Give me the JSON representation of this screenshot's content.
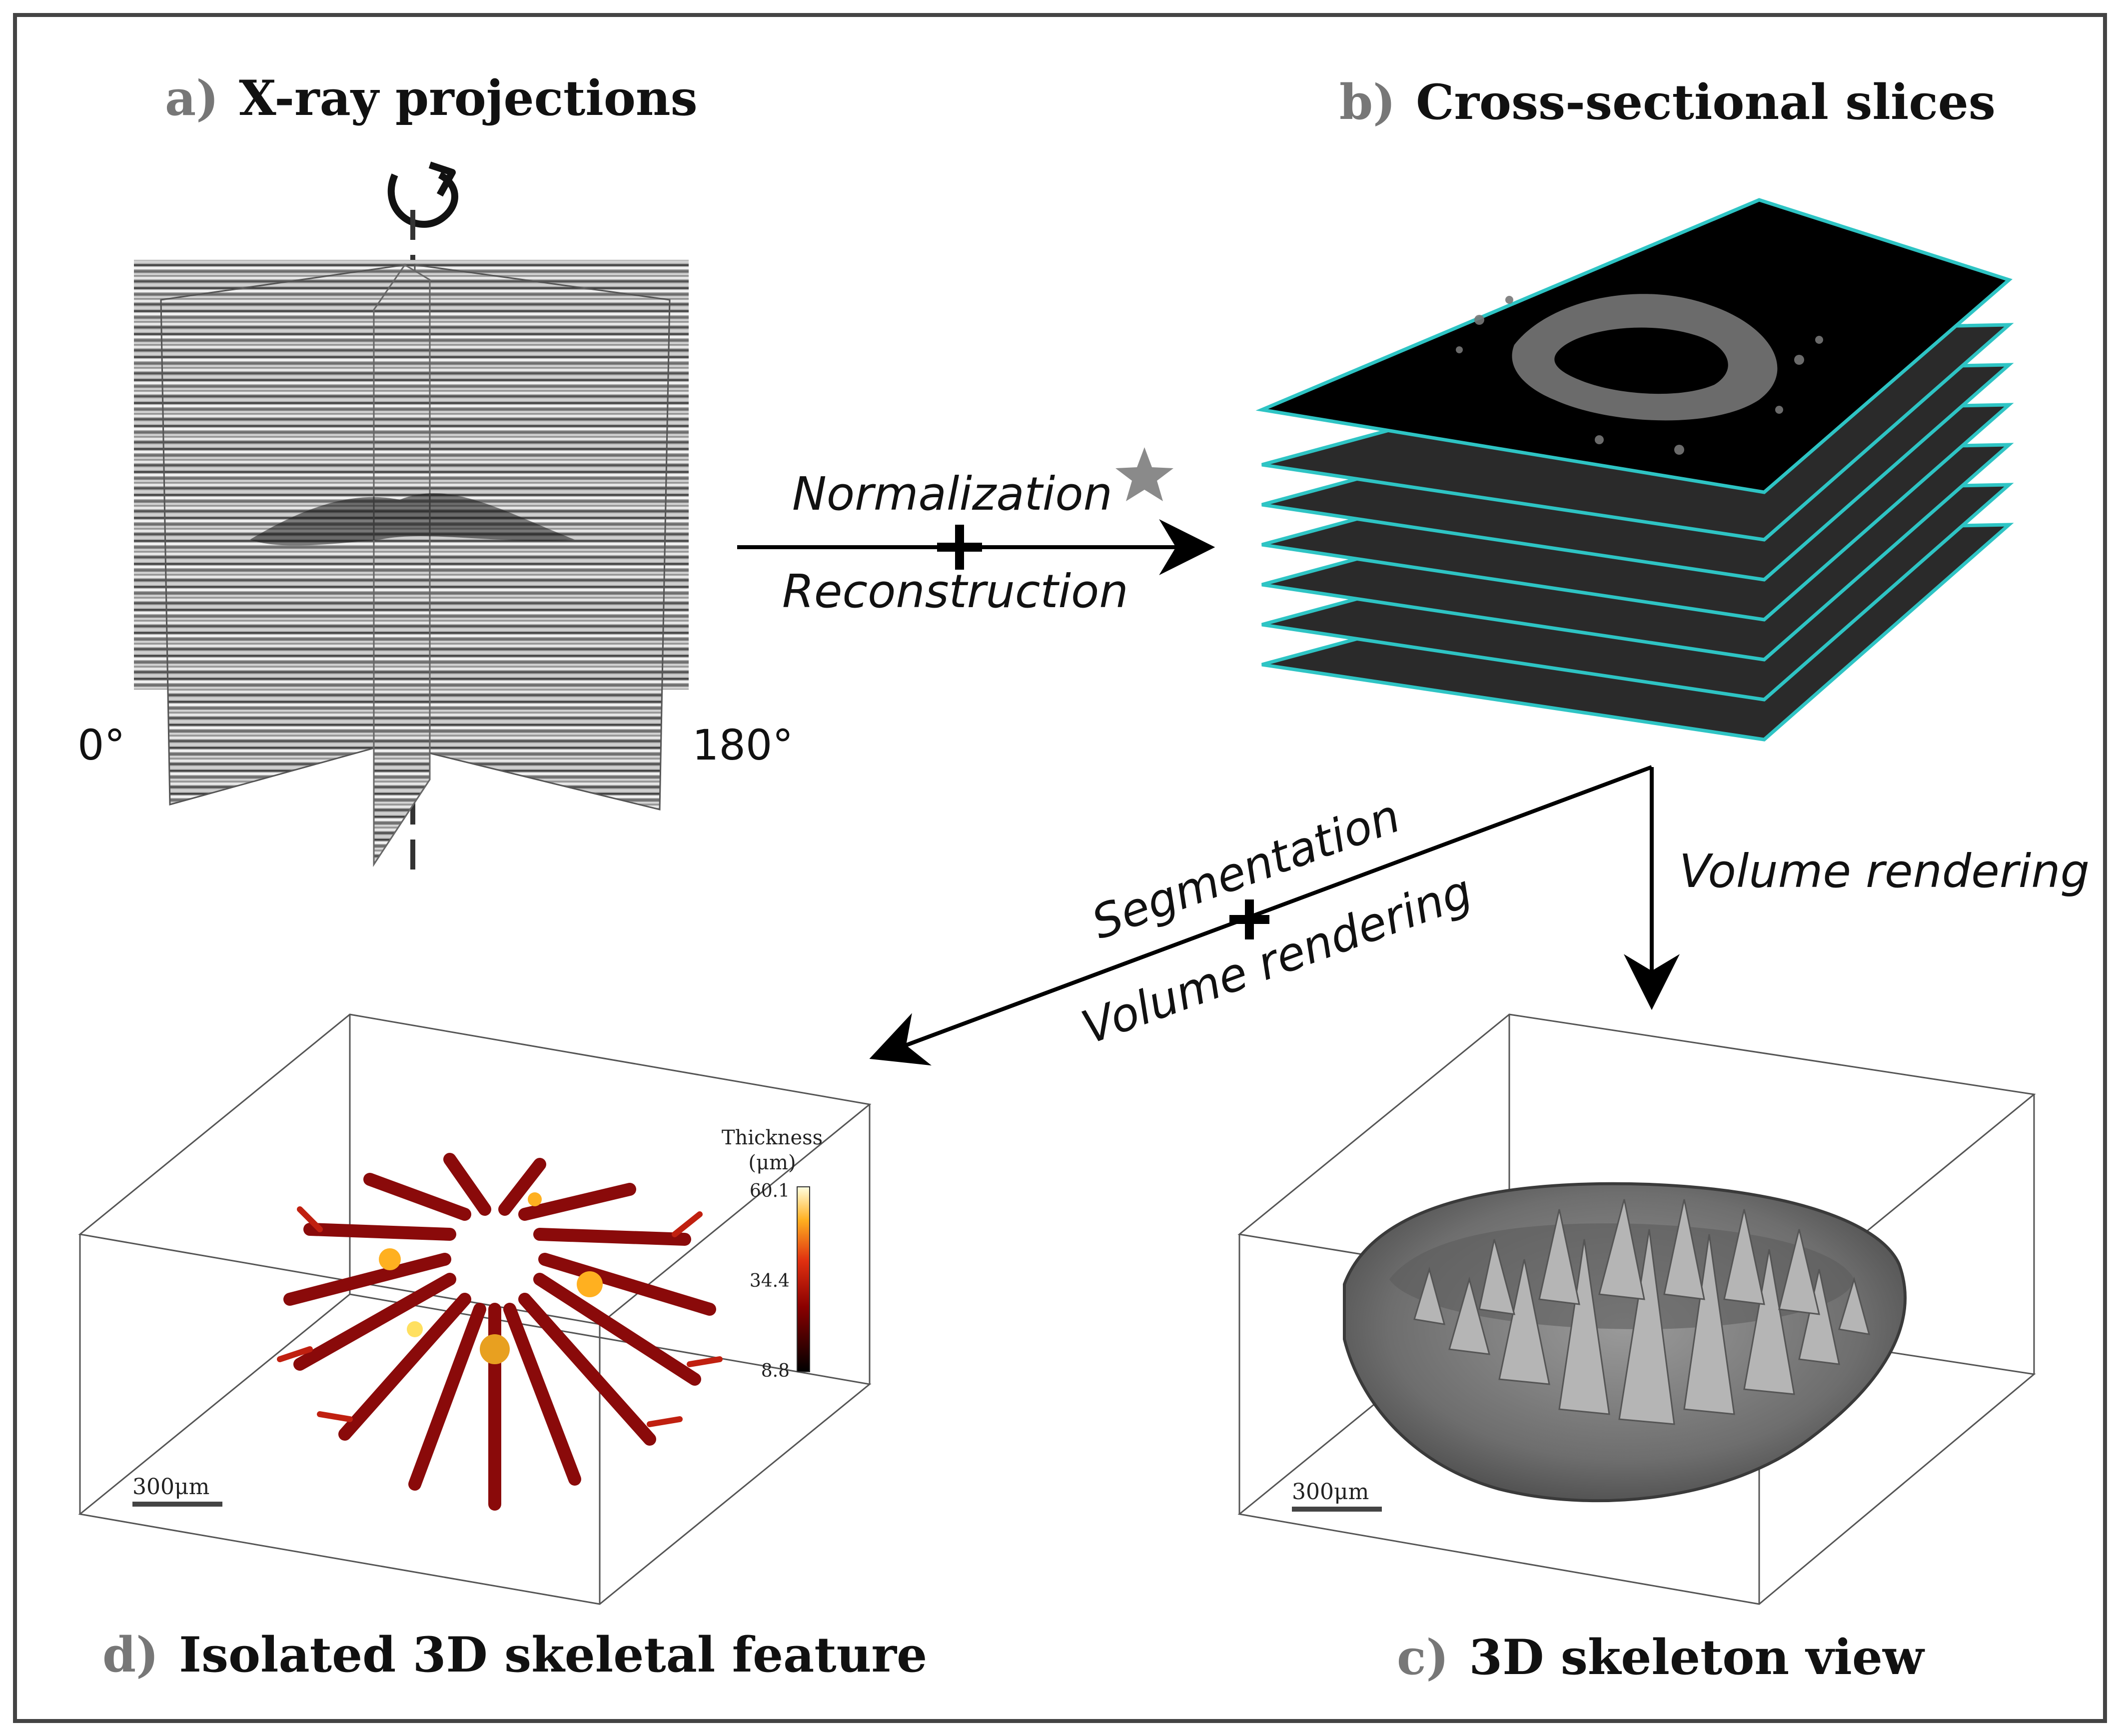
{
  "panels": {
    "a": {
      "letter": "a)",
      "title": "X-ray projections",
      "angle_start": "0°",
      "angle_end": "180°"
    },
    "b": {
      "letter": "b)",
      "title": "Cross-sectional slices"
    },
    "c": {
      "letter": "c)",
      "title": "3D skeleton view",
      "scale_bar": "300μm"
    },
    "d": {
      "letter": "d)",
      "title": "Isolated 3D skeletal feature",
      "scale_bar": "300μm",
      "colorbar": {
        "title_line1": "Thickness",
        "title_line2": "(μm)",
        "max": "60.1",
        "mid": "34.4",
        "min": "8.8"
      }
    }
  },
  "steps": {
    "a_to_b": {
      "top": "Normalization",
      "bottom": "Reconstruction"
    },
    "b_to_d": {
      "top": "Segmentation",
      "bottom": "Volume rendering"
    },
    "b_to_c": {
      "label": "Volume rendering"
    }
  },
  "colors": {
    "border": "#444444",
    "slice_edge": "#2ec4c4",
    "star": "#8a8a8a",
    "thickness_low": "#000000",
    "thickness_mid": "#b01010",
    "thickness_high": "#ffff90"
  }
}
